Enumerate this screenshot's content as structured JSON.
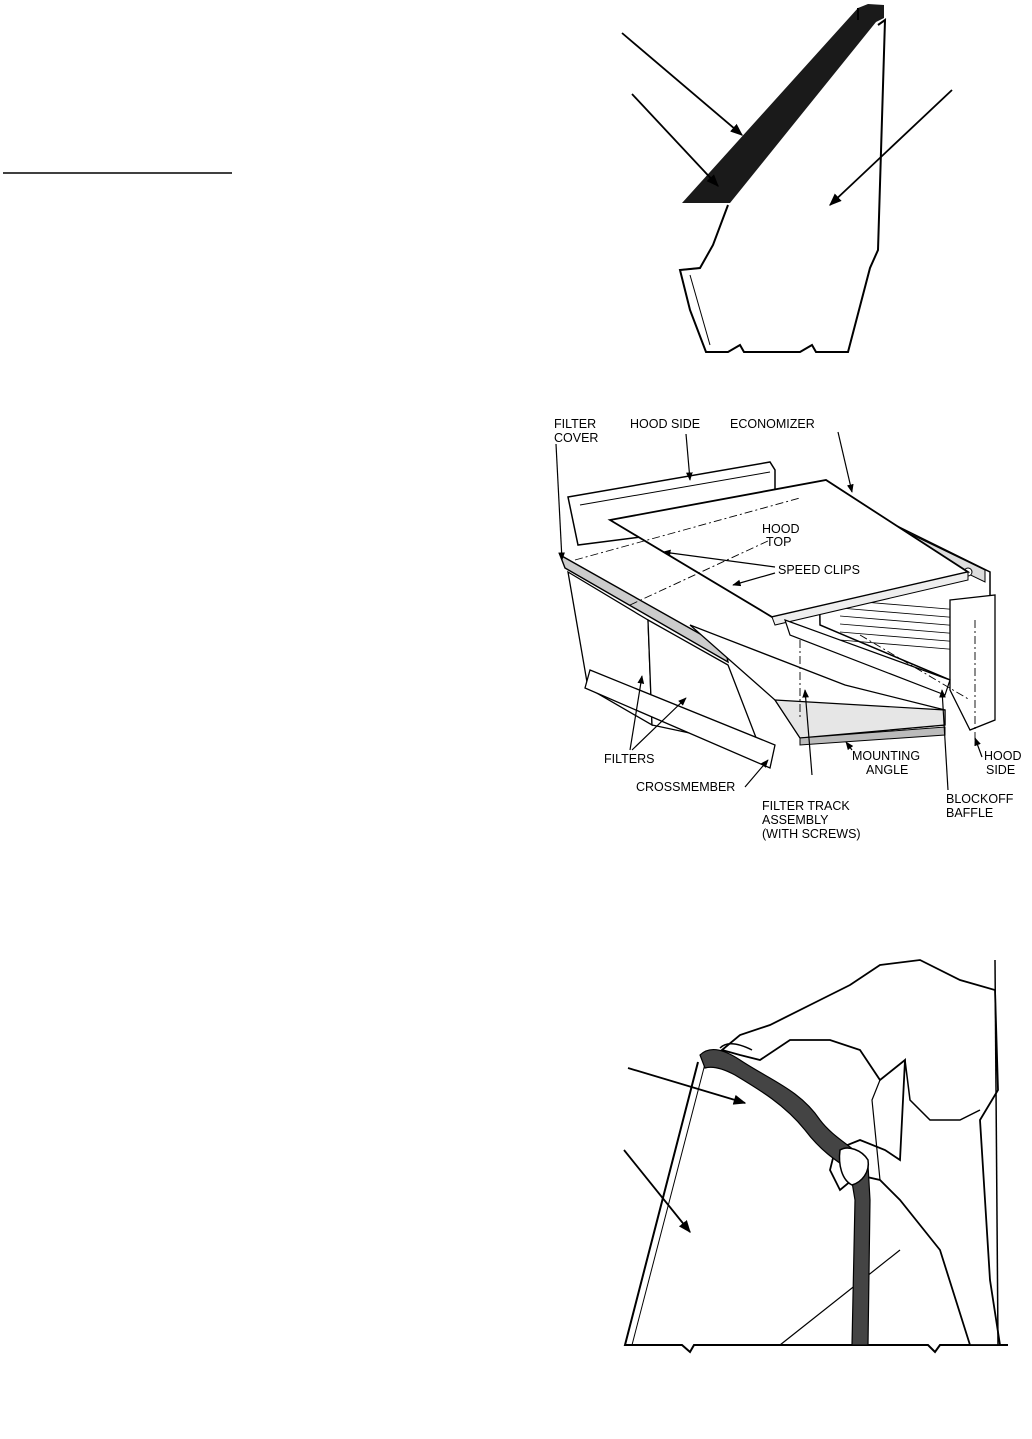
{
  "figure_top": {
    "labels": []
  },
  "figure_middle": {
    "labels": {
      "filter_cover_1": "FILTER",
      "filter_cover_2": "COVER",
      "hood_side_top": "HOOD SIDE",
      "economizer": "ECONOMIZER",
      "hood_top_1": "HOOD",
      "hood_top_2": "TOP",
      "speed_clips": "SPEED CLIPS",
      "filters": "FILTERS",
      "crossmember": "CROSSMEMBER",
      "mounting_angle_1": "MOUNTING",
      "mounting_angle_2": "ANGLE",
      "hood_side_right_1": "HOOD",
      "hood_side_right_2": "SIDE",
      "blockoff_1": "BLOCKOFF",
      "blockoff_2": "BAFFLE",
      "filter_track_1": "FILTER TRACK",
      "filter_track_2": "ASSEMBLY",
      "filter_track_3": "(WITH SCREWS)"
    }
  },
  "figure_bottom": {
    "labels": []
  }
}
